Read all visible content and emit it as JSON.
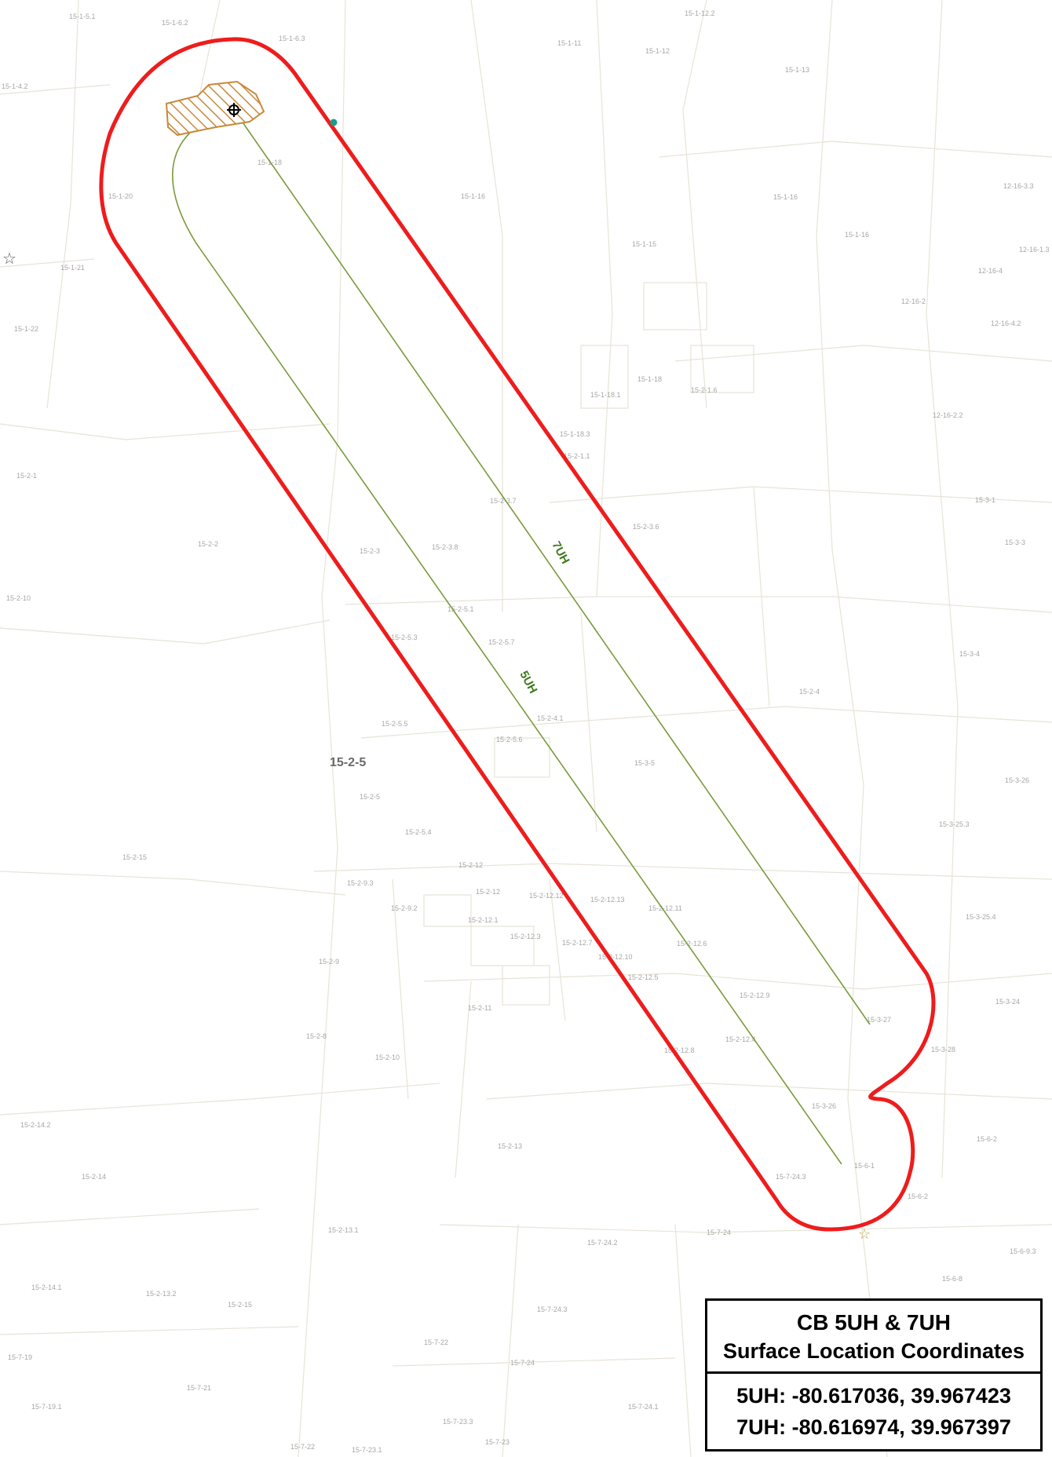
{
  "legend": {
    "title": "CB 5UH & 7UH",
    "subtitle": "Surface Location Coordinates",
    "coords": [
      "5UH: -80.617036, 39.967423",
      "7UH: -80.616974, 39.967397"
    ]
  },
  "laterals": [
    {
      "id": "5UH",
      "label": "5UH",
      "color": "#7a9a3a"
    },
    {
      "id": "7UH",
      "label": "7UH",
      "color": "#7a9a3a"
    }
  ],
  "colors": {
    "boundary": "#ee1c1c",
    "lateral": "#7a9a3a",
    "pad_hatch": "#c8893a",
    "parcel_line": "#e7e3d6",
    "parcel_label": "#a7a7a7",
    "well_dot": "#1b9c8a",
    "star": "#c9a23a"
  },
  "icons": [
    "star-icon",
    "well-symbol-icon",
    "hatch-pad"
  ],
  "parcels": [
    {
      "id": "p1",
      "label": "15-1-5.1"
    },
    {
      "id": "p2",
      "label": "15-1-6.2"
    },
    {
      "id": "p3",
      "label": "15-1-6.3"
    },
    {
      "id": "p4",
      "label": "15-1-12.2"
    },
    {
      "id": "p5",
      "label": "15-1-11"
    },
    {
      "id": "p6",
      "label": "15-1-12"
    },
    {
      "id": "p7",
      "label": "15-1-13"
    },
    {
      "id": "p8",
      "label": "15-1-4.2"
    },
    {
      "id": "p9",
      "label": "15-1-18"
    },
    {
      "id": "p10",
      "label": "15-1-20"
    },
    {
      "id": "p11",
      "label": "15-1-16"
    },
    {
      "id": "p12",
      "label": "15-1-16"
    },
    {
      "id": "p13",
      "label": "15-1-16"
    },
    {
      "id": "p14",
      "label": "12-16-3.3"
    },
    {
      "id": "p15",
      "label": "15-1-15"
    },
    {
      "id": "p16",
      "label": "12-16-1.3"
    },
    {
      "id": "p17",
      "label": "15-1-21"
    },
    {
      "id": "p18",
      "label": "12-16-4"
    },
    {
      "id": "p19",
      "label": "12-16-2"
    },
    {
      "id": "p20",
      "label": "15-1-22"
    },
    {
      "id": "p21",
      "label": "12-16-4.2"
    },
    {
      "id": "p22",
      "label": "15-1-18"
    },
    {
      "id": "p23",
      "label": "15-1-18.1"
    },
    {
      "id": "p24",
      "label": "15-2-1.6"
    },
    {
      "id": "p25",
      "label": "12-16-2.2"
    },
    {
      "id": "p26",
      "label": "15-1-18.3"
    },
    {
      "id": "p27",
      "label": "15-2-1.1"
    },
    {
      "id": "p28",
      "label": "15-2-1"
    },
    {
      "id": "p29",
      "label": "15-2-3.7"
    },
    {
      "id": "p30",
      "label": "15-2-3.6"
    },
    {
      "id": "p31",
      "label": "15-3-1"
    },
    {
      "id": "p32",
      "label": "15-2-2"
    },
    {
      "id": "p33",
      "label": "15-2-3"
    },
    {
      "id": "p34",
      "label": "15-2-3.8"
    },
    {
      "id": "p35",
      "label": "15-3-3"
    },
    {
      "id": "p36",
      "label": "15-2-10"
    },
    {
      "id": "p37",
      "label": "15-2-5.1"
    },
    {
      "id": "p38",
      "label": "15-2-5.3"
    },
    {
      "id": "p39",
      "label": "15-2-5.7"
    },
    {
      "id": "p40",
      "label": "15-3-4"
    },
    {
      "id": "p41",
      "label": "15-2-4"
    },
    {
      "id": "p42",
      "label": "15-2-4.1"
    },
    {
      "id": "p43",
      "label": "15-2-5.5"
    },
    {
      "id": "p44",
      "label": "15-2-5.6"
    },
    {
      "id": "p45",
      "label": "15-2-5",
      "major": true
    },
    {
      "id": "p46",
      "label": "15-3-5"
    },
    {
      "id": "p47",
      "label": "15-3-26"
    },
    {
      "id": "p48",
      "label": "15-2-5"
    },
    {
      "id": "p49",
      "label": "15-3-25.3"
    },
    {
      "id": "p50",
      "label": "15-2-5.4"
    },
    {
      "id": "p51",
      "label": "15-2-15"
    },
    {
      "id": "p52",
      "label": "15-2-12"
    },
    {
      "id": "p53",
      "label": "15-2-9.3"
    },
    {
      "id": "p54",
      "label": "15-2-12"
    },
    {
      "id": "p55",
      "label": "15-2-12.12"
    },
    {
      "id": "p56",
      "label": "15-2-12.13"
    },
    {
      "id": "p57",
      "label": "15-2-12.11"
    },
    {
      "id": "p58",
      "label": "15-3-25.4"
    },
    {
      "id": "p59",
      "label": "15-2-9.2"
    },
    {
      "id": "p60",
      "label": "15-2-12.1"
    },
    {
      "id": "p61",
      "label": "15-2-12.3"
    },
    {
      "id": "p62",
      "label": "15-2-12.7"
    },
    {
      "id": "p63",
      "label": "15-2-12.6"
    },
    {
      "id": "p64",
      "label": "15-2-9"
    },
    {
      "id": "p65",
      "label": "15-2-12.10"
    },
    {
      "id": "p66",
      "label": "15-2-12.5"
    },
    {
      "id": "p67",
      "label": "15-2-12.9"
    },
    {
      "id": "p68",
      "label": "15-3-27"
    },
    {
      "id": "p69",
      "label": "15-2-11"
    },
    {
      "id": "p70",
      "label": "15-3-24"
    },
    {
      "id": "p71",
      "label": "15-2-8"
    },
    {
      "id": "p72",
      "label": "15-2-12.4"
    },
    {
      "id": "p73",
      "label": "15-2-12.8"
    },
    {
      "id": "p74",
      "label": "15-3-28"
    },
    {
      "id": "p75",
      "label": "15-2-10"
    },
    {
      "id": "p76",
      "label": "15-3-26"
    },
    {
      "id": "p77",
      "label": "15-2-14.2"
    },
    {
      "id": "p78",
      "label": "15-2-13"
    },
    {
      "id": "p79",
      "label": "15-6-2"
    },
    {
      "id": "p80",
      "label": "15-6-1"
    },
    {
      "id": "p81",
      "label": "15-2-14"
    },
    {
      "id": "p82",
      "label": "15-7-24.3"
    },
    {
      "id": "p83",
      "label": "15-6-2"
    },
    {
      "id": "p84",
      "label": "15-2-13.1"
    },
    {
      "id": "p85",
      "label": "15-7-24"
    },
    {
      "id": "p86",
      "label": "15-7-24.2"
    },
    {
      "id": "p87",
      "label": "15-6-9.3"
    },
    {
      "id": "p88",
      "label": "15-6-8"
    },
    {
      "id": "p89",
      "label": "15-2-14.1"
    },
    {
      "id": "p90",
      "label": "15-2-13.2"
    },
    {
      "id": "p91",
      "label": "15-2-15"
    },
    {
      "id": "p92",
      "label": "15-7-24.3"
    },
    {
      "id": "p93",
      "label": "15-7-22"
    },
    {
      "id": "p94",
      "label": "15-7-19"
    },
    {
      "id": "p95",
      "label": "15-7-24"
    },
    {
      "id": "p96",
      "label": "15-7-21"
    },
    {
      "id": "p97",
      "label": "15-7-19.1"
    },
    {
      "id": "p98",
      "label": "15-7-24.1"
    },
    {
      "id": "p99",
      "label": "15-7-23.3"
    },
    {
      "id": "p100",
      "label": "15-7-22"
    },
    {
      "id": "p101",
      "label": "15-7-23.1"
    },
    {
      "id": "p102",
      "label": "15-7-23"
    }
  ]
}
